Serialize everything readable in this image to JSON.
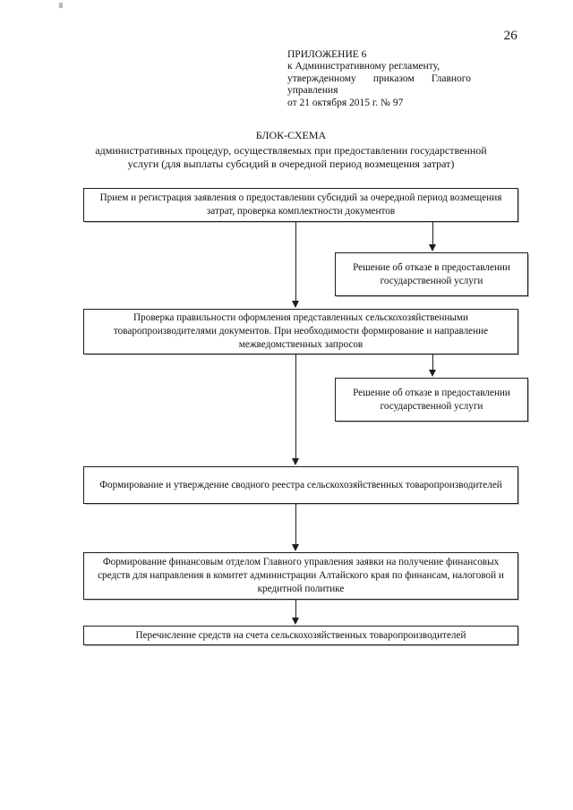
{
  "page": {
    "number": "26"
  },
  "approval": {
    "line1": "ПРИЛОЖЕНИЕ 6",
    "line2": "к Административному регламенту,",
    "line3_a": "утвержденному",
    "line3_b": "приказом",
    "line3_c": "Главного",
    "line4": "управления",
    "line5": "от 21 октября 2015 г. № 97"
  },
  "title": {
    "heading": "БЛОК-СХЕМА",
    "subtitle_line1": "административных процедур, осуществляемых при предоставлении государственной",
    "subtitle_line2": "услуги (для выплаты субсидий в очередной период возмещения затрат)"
  },
  "chart_data": {
    "type": "diagram",
    "title": "БЛОК-СХЕМА административных процедур",
    "nodes": [
      {
        "id": "n1",
        "kind": "process",
        "lane": "main",
        "text": "Прием и регистрация заявления о предоставлении субсидий за очередной период возмещения затрат, проверка комплектности документов"
      },
      {
        "id": "n2",
        "kind": "terminator",
        "lane": "side",
        "text": "Решение об отказе в предоставлении государственной услуги"
      },
      {
        "id": "n3",
        "kind": "process",
        "lane": "main",
        "text": "Проверка правильности оформления представленных сельскохозяйственными товаропроизводителями документов. При необходимости формирование и направление межведомственных запросов"
      },
      {
        "id": "n4",
        "kind": "terminator",
        "lane": "side",
        "text": "Решение об отказе в предоставлении государственной услуги"
      },
      {
        "id": "n5",
        "kind": "process",
        "lane": "main",
        "text": "Формирование и утверждение сводного реестра сельскохозяйственных товаропроизводителей"
      },
      {
        "id": "n6",
        "kind": "process",
        "lane": "main",
        "text": "Формирование финансовым отделом Главного управления заявки на получение финансовых средств для направления в комитет администрации Алтайского края по финансам, налоговой и кредитной политике"
      },
      {
        "id": "n7",
        "kind": "process",
        "lane": "main",
        "text": "Перечисление средств на счета сельскохозяйственных товаропроизводителей"
      }
    ],
    "edges": [
      {
        "from": "n1",
        "to": "n3",
        "lane": "main"
      },
      {
        "from": "n1",
        "to": "n2",
        "lane": "branch"
      },
      {
        "from": "n3",
        "to": "n5",
        "lane": "main"
      },
      {
        "from": "n3",
        "to": "n4",
        "lane": "branch"
      },
      {
        "from": "n5",
        "to": "n6",
        "lane": "main"
      },
      {
        "from": "n6",
        "to": "n7",
        "lane": "main"
      }
    ]
  }
}
